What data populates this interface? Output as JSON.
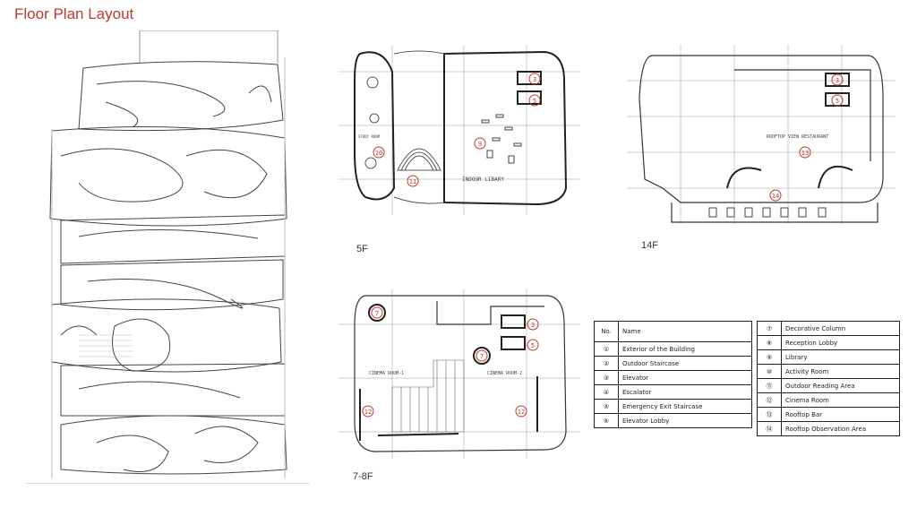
{
  "title": "Floor Plan Layout",
  "floors": {
    "f5": {
      "caption": "5F",
      "labels": {
        "study": "STUDY ROOM",
        "library": "INDOOR LIBARY"
      },
      "markers": {
        "elevator": "3",
        "stair": "5",
        "library": "9",
        "study": "10",
        "reading": "11"
      }
    },
    "f14": {
      "caption": "14F",
      "labels": {
        "restaurant": "ROOFTOP VIEW RESTAURANT"
      },
      "markers": {
        "elevator": "3",
        "stair": "5",
        "bar": "13",
        "observation": "14"
      }
    },
    "f78": {
      "caption": "7-8F",
      "labels": {
        "cinema1": "CINEMA ROOM-1",
        "cinema2": "CINEMA ROOM-2"
      },
      "markers": {
        "column_a": "7",
        "column_b": "7",
        "elevator": "3",
        "stair": "5",
        "cinema_a": "12",
        "cinema_b": "12"
      }
    }
  },
  "legend": {
    "header": {
      "no": "No.",
      "name": "Name"
    },
    "left": [
      {
        "no": "①",
        "name": "Exterior of the Building"
      },
      {
        "no": "②",
        "name": "Outdoor Staircase"
      },
      {
        "no": "③",
        "name": "Elevator"
      },
      {
        "no": "④",
        "name": "Escalator"
      },
      {
        "no": "⑤",
        "name": "Emergency Exit Staircase"
      },
      {
        "no": "⑥",
        "name": "Elevator Lobby"
      }
    ],
    "right": [
      {
        "no": "⑦",
        "name": "Decorative Column"
      },
      {
        "no": "⑧",
        "name": "Reception Lobby"
      },
      {
        "no": "⑨",
        "name": "Library"
      },
      {
        "no": "⑩",
        "name": "Activity Room"
      },
      {
        "no": "⑪",
        "name": "Outdoor Reading Area"
      },
      {
        "no": "⑫",
        "name": "Cinema Room"
      },
      {
        "no": "⑬",
        "name": "Rooftop Bar"
      },
      {
        "no": "⑭",
        "name": "Rooftop Observation Area"
      }
    ]
  },
  "colors": {
    "accent": "#c0392b",
    "line": "#333333"
  }
}
